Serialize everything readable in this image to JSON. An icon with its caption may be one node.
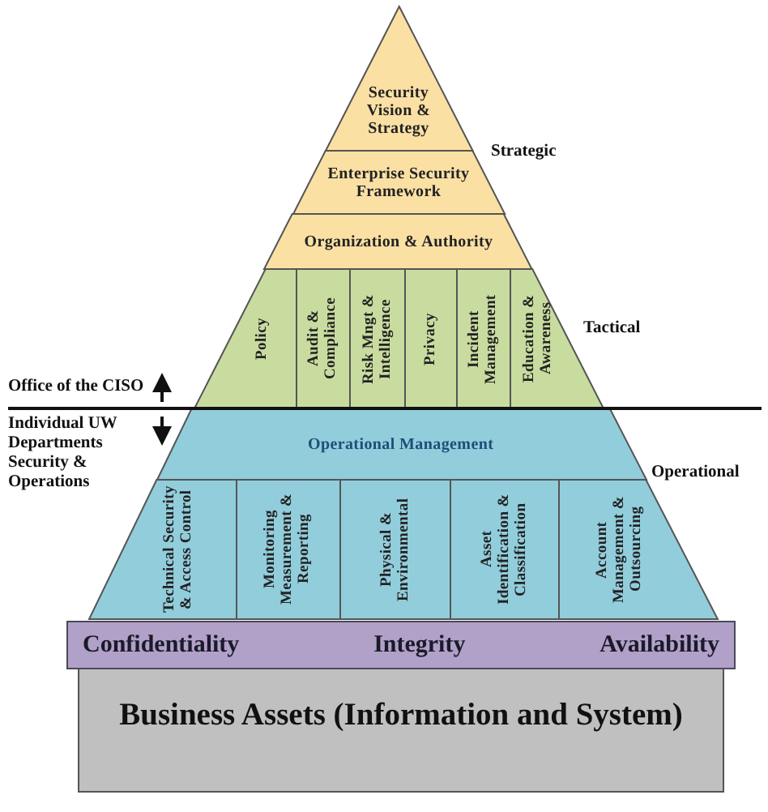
{
  "diagram": {
    "nodes": [
      {
        "text": [
          "Security Vision & Strategy"
        ]
      },
      {
        "text": [
          "Enterprise Security Framework"
        ]
      },
      {
        "text": [
          "Organization & Authority"
        ]
      },
      {
        "text": [
          "Policy"
        ]
      },
      {
        "text": [
          "Audit & Compliance"
        ]
      },
      {
        "text": [
          "Risk Mngt & Intelligence"
        ]
      },
      {
        "text": [
          "Privacy"
        ]
      },
      {
        "text": [
          "Incident Management"
        ]
      },
      {
        "text": [
          "Education & Awareness"
        ]
      },
      {
        "text": [
          "Operational Management"
        ]
      },
      {
        "text": [
          "Technical Security & Access Control"
        ]
      },
      {
        "text": [
          "Monitoring Measurement & Reporting"
        ]
      },
      {
        "text": [
          "Physical & Environmental"
        ]
      },
      {
        "text": [
          "Asset Identification & Classification"
        ]
      },
      {
        "text": [
          "Account Management & Outsourcing"
        ]
      },
      {
        "text": [
          "Confidentiality",
          "Integrity",
          "Availability"
        ]
      },
      {
        "text": [
          "Business Assets (Information and System)"
        ]
      }
    ],
    "labels": [
      "Strategic",
      "Tactical",
      "Office of the CISO",
      "Individual UW Departments Security & Operations",
      "Operational"
    ]
  }
}
